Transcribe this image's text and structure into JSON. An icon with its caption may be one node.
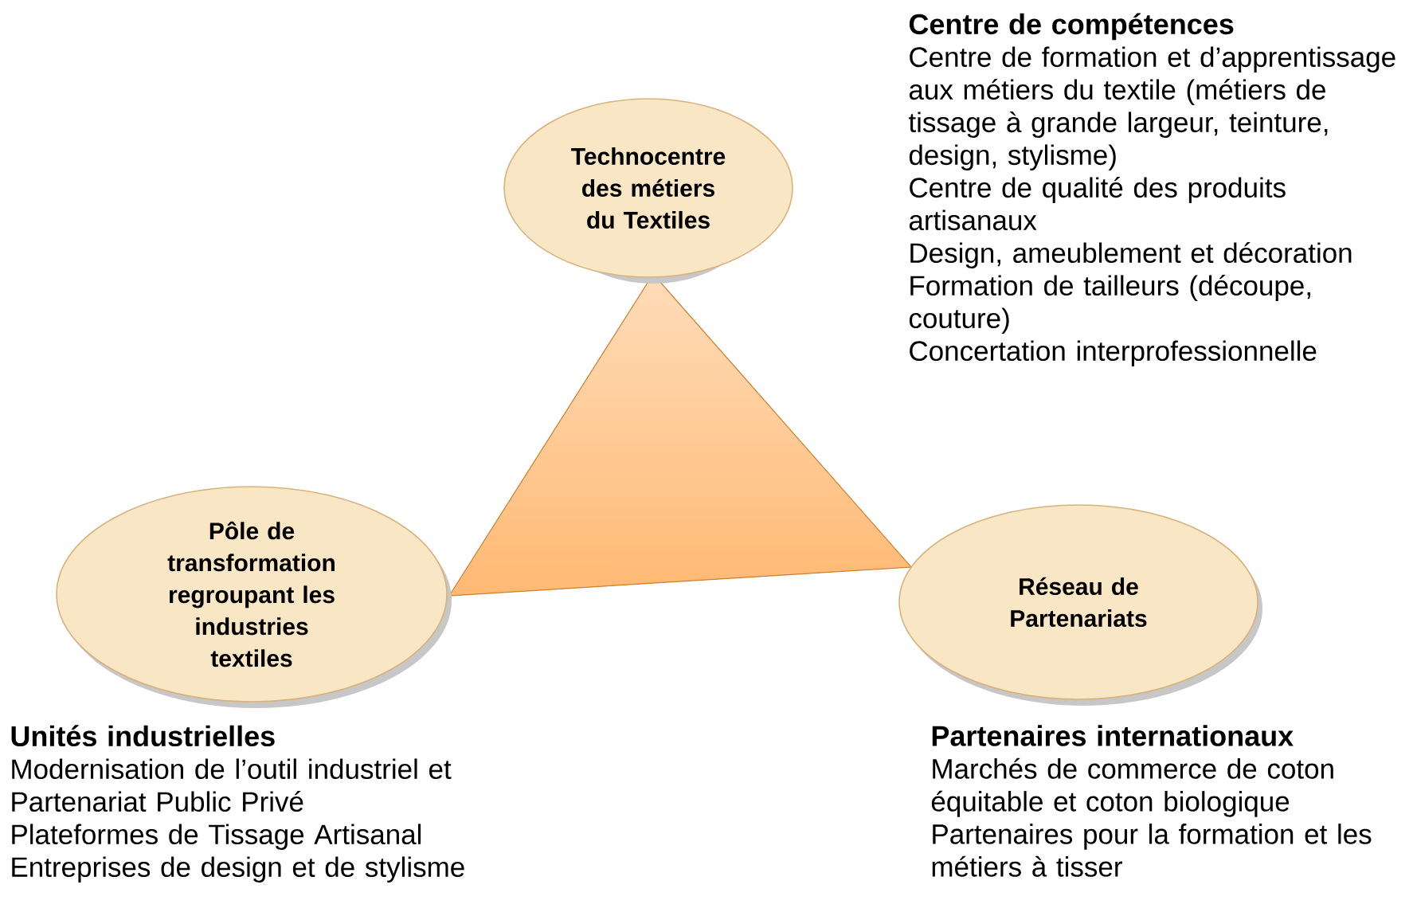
{
  "diagram": {
    "nodes": [
      {
        "text": [
          "Technocentre des métiers du Textiles"
        ],
        "beside": [
          "Centre de compétences",
          "Centre de formation et d’apprentissage aux métiers du textile (métiers de tissage à grande largeur, teinture, design, stylisme)",
          "Centre de qualité des produits artisanaux",
          "Design, ameublement et décoration",
          "Formation de tailleurs (découpe, couture)",
          "Concertation interprofessionnelle"
        ]
      },
      {
        "text": [
          "Pôle de transformation regroupant les industries textiles"
        ],
        "beside": [
          "Unités industrielles",
          "Modernisation de l’outil industriel et Partenariat Public Privé",
          "Plateformes de Tissage Artisanal",
          "Entreprises de design et de stylisme"
        ]
      },
      {
        "text": [
          "Réseau de Partenariats"
        ],
        "beside": [
          "Partenaires internationaux",
          "Marchés de commerce de coton équitable et coton biologique",
          "Partenaires pour la formation et les métiers à tisser"
        ]
      }
    ]
  }
}
